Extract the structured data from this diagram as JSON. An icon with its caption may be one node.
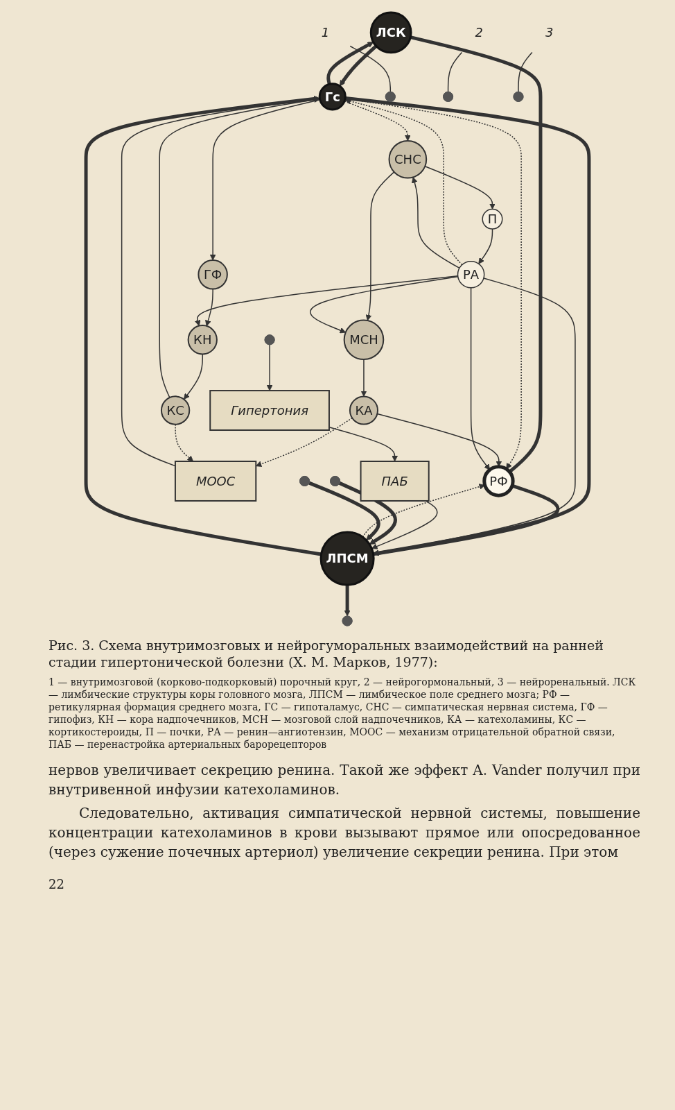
{
  "diagram": {
    "caption": "Рис. 3. Схема внутримозговых и нейрогуморальных взаимодействий на ранней стадии гипертонической болезни (Х. М. Марков, 1977):",
    "nodes": [
      {
        "text": [
          "ЛСК"
        ]
      },
      {
        "text": [
          "РФ"
        ]
      },
      {
        "text": [
          "МООС"
        ]
      },
      {
        "text": [
          "Гс"
        ]
      },
      {
        "text": [
          "ЛПСМ"
        ]
      },
      {
        "text": [
          "ПАБ"
        ]
      },
      {
        "text": [
          "КА"
        ]
      },
      {
        "text": [
          "КС"
        ]
      },
      {
        "text": [
          "ГФ"
        ]
      },
      {
        "text": [
          "СНС"
        ]
      },
      {
        "text": [
          "Гипертония"
        ]
      },
      {
        "text": [
          "П"
        ]
      },
      {
        "text": [
          "КН"
        ]
      },
      {
        "text": [
          "РА"
        ]
      },
      {
        "text": [
          "МСН"
        ]
      },
      {
        "text": [
          "1"
        ]
      },
      {
        "text": [
          "2"
        ]
      },
      {
        "text": [
          "3"
        ]
      }
    ],
    "edges": [
      {
        "from": 0,
        "to": 3,
        "arrow": "to",
        "style": "thick"
      },
      {
        "from": 3,
        "to": 0,
        "arrow": "to",
        "style": "thick"
      },
      {
        "from": 0,
        "to": 1,
        "arrow": "none",
        "style": "thick"
      },
      {
        "from": 1,
        "to": 4,
        "arrow": "none",
        "style": "thick"
      },
      {
        "from": 4,
        "to": 1,
        "arrow": "to",
        "style": "dashed"
      },
      {
        "from": 4,
        "to": 3,
        "arrow": "to",
        "style": "thick"
      },
      {
        "from": 3,
        "to": 1,
        "arrow": "to",
        "style": "dashed"
      },
      {
        "from": 6,
        "to": 1,
        "arrow": "to"
      },
      {
        "from": 7,
        "to": 3,
        "arrow": "to"
      },
      {
        "from": 2,
        "to": 3,
        "arrow": "none"
      },
      {
        "from": 6,
        "to": 2,
        "arrow": "to",
        "style": "dashed"
      },
      {
        "from": 7,
        "to": 2,
        "arrow": "to",
        "style": "dashed"
      },
      {
        "from": 3,
        "to": 4,
        "arrow": "to",
        "style": "thick"
      },
      {
        "from": 3,
        "to": 8,
        "arrow": "to"
      },
      {
        "from": 3,
        "to": 9,
        "arrow": "to",
        "style": "dashed"
      },
      {
        "from": 13,
        "to": 3,
        "arrow": "to",
        "style": "dashed"
      },
      {
        "from": 8,
        "to": 12,
        "arrow": "to"
      },
      {
        "from": 12,
        "to": 7,
        "arrow": "to"
      },
      {
        "from": 9,
        "to": 14,
        "arrow": "to"
      },
      {
        "from": 9,
        "to": 11,
        "arrow": "to"
      },
      {
        "from": 11,
        "to": 13,
        "arrow": "to"
      },
      {
        "from": 13,
        "to": 9,
        "arrow": "to"
      },
      {
        "from": 13,
        "to": 12,
        "arrow": "to"
      },
      {
        "from": 13,
        "to": 14,
        "arrow": "to"
      },
      {
        "from": 14,
        "to": 6,
        "arrow": "to"
      },
      {
        "from": 13,
        "to": 1,
        "arrow": "to"
      },
      {
        "from": 13,
        "to": 4,
        "arrow": "to"
      },
      {
        "from": 5,
        "to": 4,
        "arrow": "to"
      },
      {
        "from": 10,
        "to": 5,
        "arrow": "to"
      },
      {
        "from": null,
        "to": 10,
        "arrow": "to"
      },
      {
        "from": 4,
        "to": null,
        "arrow": "to",
        "style": "thick"
      },
      {
        "from": null,
        "to": 4,
        "arrow": "to",
        "style": "thick"
      },
      {
        "from": null,
        "to": 4,
        "arrow": "to",
        "style": "thick"
      },
      {
        "from": 15,
        "to": null,
        "arrow": "none"
      },
      {
        "from": 16,
        "to": null,
        "arrow": "none"
      },
      {
        "from": 17,
        "to": null,
        "arrow": "none"
      }
    ],
    "labels": [
      "1 — внутримозговой (корково-подкорковый) порочный круг, 2 — нейрогормональный, 3 — нейроренальный. ЛСК — лимбические структуры коры головного мозга, ЛПСМ — лимбическое поле среднего мозга; РФ — ретикулярная формация среднего мозга, ГС — гипоталамус, СНС — симпатическая нервная система, ГФ — гипофиз, КН — кора надпочечников, МСН — мозговой слой надпочечников, КА — катехоламины, КС — кортикостероиды, П — почки, РА — ренин—ангиотензин, МООС — механизм отрицательной обратной связи, ПАБ — перенастройка артериальных барорецепторов",
      "нервов увеличивает секрецию ренина. Такой же эффект A. Vander получил при внутривенной инфузии катехоламинов.",
      "Следовательно, активация симпатической нервной системы, повышение концентрации катехоламинов в крови вызывают прямое или опосредованное (через сужение почечных артериол) увеличение секреции ренина. При этом",
      "22"
    ]
  }
}
